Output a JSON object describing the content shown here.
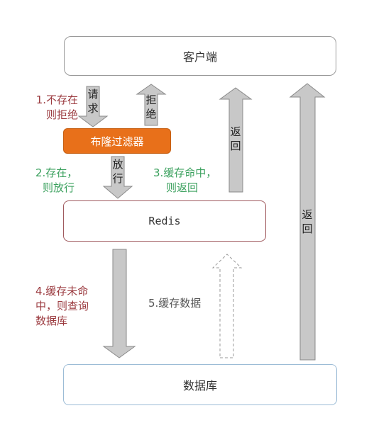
{
  "nodes": {
    "client": "客户端",
    "bloom_filter": "布隆过滤器",
    "redis": "Redis",
    "database": "数据库"
  },
  "arrows": {
    "request": "请求",
    "reject": "拒绝",
    "pass": "放行",
    "return_cache": "返回",
    "return_db": "返回"
  },
  "steps": {
    "step1": [
      "1.不存在",
      "则拒绝"
    ],
    "step2": [
      "2.存在，",
      "则放行"
    ],
    "step3": [
      "3.缓存命中，",
      "则返回"
    ],
    "step4": [
      "4.缓存未命",
      "中，则查询",
      "数据库"
    ],
    "step5": "5.缓存数据"
  },
  "colors": {
    "bloom_fill": "#e8701a",
    "arrow_fill": "#c8c8c8",
    "step_red": "#9b3a3f",
    "step_green": "#3aa05d"
  }
}
